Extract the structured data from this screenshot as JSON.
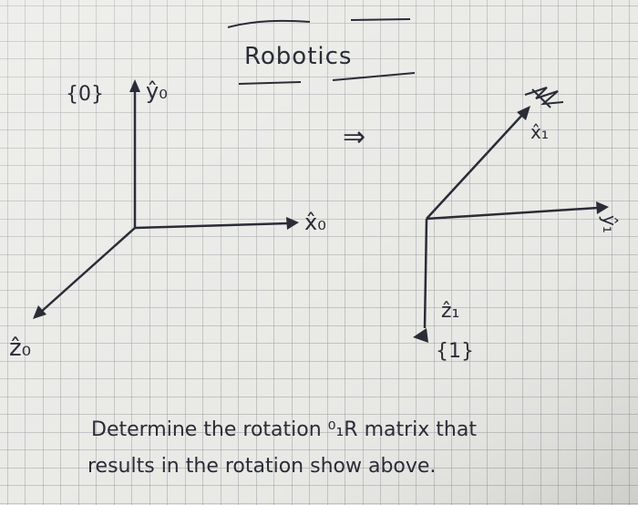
{
  "title": "Robotics",
  "frame0": {
    "label": "{0}",
    "x_axis": "x̂₀",
    "y_axis": "ŷ₀",
    "z_axis": "ẑ₀"
  },
  "arrow_symbol": "⇒",
  "frame1": {
    "label": "{1}",
    "x_axis": "x̂₁",
    "y_axis": "ŷ₁",
    "z_axis": "ẑ₁"
  },
  "question": {
    "line1": "Determine the rotation ⁰₁R matrix that",
    "line2": "results in the rotation show above."
  },
  "colors": {
    "ink": "#2a2c36",
    "paper": "#e9e9e6",
    "grid": "#9a9ca0"
  }
}
